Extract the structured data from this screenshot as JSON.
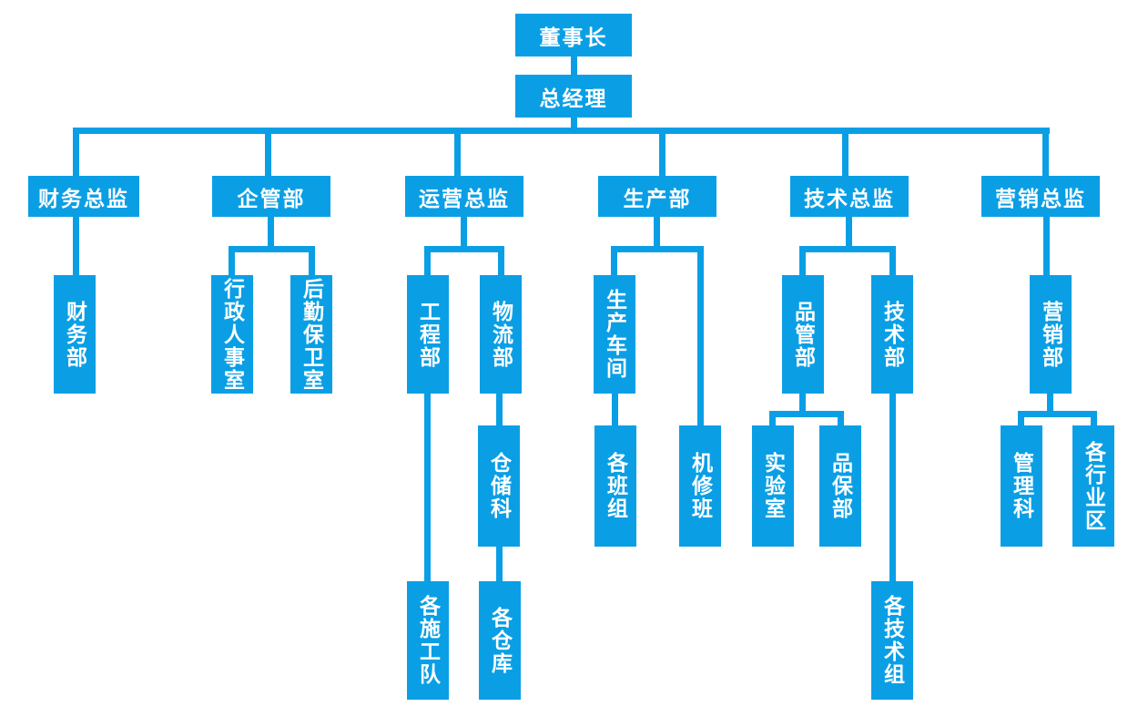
{
  "diagram": {
    "type": "org-chart",
    "background": "#ffffff"
  },
  "colors": {
    "node": "#0a9fe5",
    "text": "#ffffff",
    "background": "#ffffff"
  },
  "nodes": {
    "chairman": {
      "label": "董事长"
    },
    "general_manager": {
      "label": "总经理"
    },
    "finance_director": {
      "label": "财务总监"
    },
    "enterprise_mgmt_dept": {
      "label": "企管部"
    },
    "operations_director": {
      "label": "运营总监"
    },
    "production_dept": {
      "label": "生产部"
    },
    "technical_director": {
      "label": "技术总监"
    },
    "marketing_director": {
      "label": "营销总监"
    },
    "finance_dept": {
      "label": "财务部"
    },
    "admin_hr_office": {
      "label": "行政人事室"
    },
    "logistics_security_office": {
      "label": "后勤保卫室"
    },
    "engineering_dept": {
      "label": "工程部"
    },
    "logistics_dept": {
      "label": "物流部"
    },
    "production_workshop": {
      "label": "生产车间"
    },
    "quality_mgmt_dept": {
      "label": "品管部"
    },
    "technology_dept": {
      "label": "技术部"
    },
    "marketing_dept": {
      "label": "营销部"
    },
    "warehouse_section": {
      "label": "仓储科"
    },
    "team_groups": {
      "label": "各班组"
    },
    "machine_repair_team": {
      "label": "机修班"
    },
    "laboratory": {
      "label": "实验室"
    },
    "quality_assurance_dept": {
      "label": "品保部"
    },
    "management_section": {
      "label": "管理科"
    },
    "industry_zones": {
      "label": "各行业区"
    },
    "construction_teams": {
      "label": "各施工队"
    },
    "warehouses": {
      "label": "各仓库"
    },
    "technical_groups": {
      "label": "各技术组"
    }
  },
  "hierarchy": {
    "id": "chairman",
    "children": [
      {
        "id": "general_manager",
        "children": [
          {
            "id": "finance_director",
            "children": [
              {
                "id": "finance_dept"
              }
            ]
          },
          {
            "id": "enterprise_mgmt_dept",
            "children": [
              {
                "id": "admin_hr_office"
              },
              {
                "id": "logistics_security_office"
              }
            ]
          },
          {
            "id": "operations_director",
            "children": [
              {
                "id": "engineering_dept",
                "children": [
                  {
                    "id": "construction_teams"
                  }
                ]
              },
              {
                "id": "logistics_dept",
                "children": [
                  {
                    "id": "warehouse_section",
                    "children": [
                      {
                        "id": "warehouses"
                      }
                    ]
                  }
                ]
              }
            ]
          },
          {
            "id": "production_dept",
            "children": [
              {
                "id": "production_workshop",
                "children": [
                  {
                    "id": "team_groups"
                  }
                ]
              },
              {
                "id": "machine_repair_team"
              }
            ]
          },
          {
            "id": "technical_director",
            "children": [
              {
                "id": "quality_mgmt_dept",
                "children": [
                  {
                    "id": "laboratory"
                  },
                  {
                    "id": "quality_assurance_dept"
                  }
                ]
              },
              {
                "id": "technology_dept",
                "children": [
                  {
                    "id": "technical_groups"
                  }
                ]
              }
            ]
          },
          {
            "id": "marketing_director",
            "children": [
              {
                "id": "marketing_dept",
                "children": [
                  {
                    "id": "management_section"
                  },
                  {
                    "id": "industry_zones"
                  }
                ]
              }
            ]
          }
        ]
      }
    ]
  }
}
